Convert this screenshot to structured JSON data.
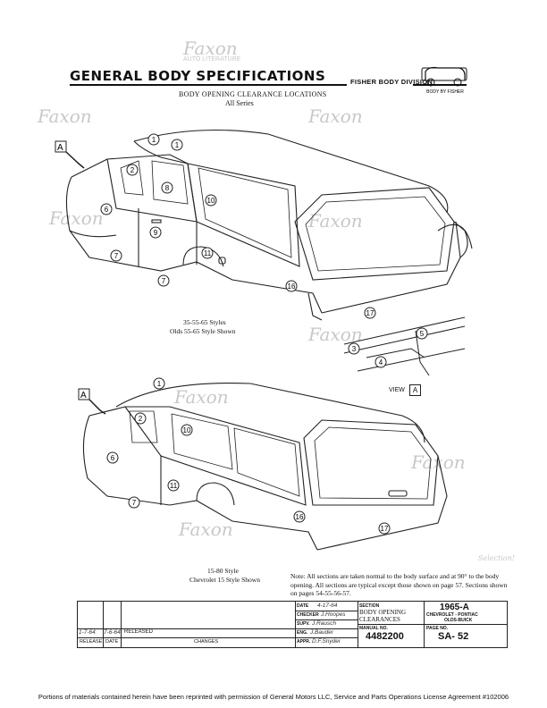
{
  "header": {
    "title": "GENERAL BODY SPECIFICATIONS",
    "division": "FISHER BODY DIVISION",
    "logo_text": "BODY BY FISHER"
  },
  "subtitle": {
    "line1": "BODY OPENING CLEARANCE LOCATIONS",
    "line2": "All Series"
  },
  "watermark": {
    "name": "Faxon",
    "line2": "AUTO LITERATURE",
    "tag": "Selection!"
  },
  "upper_view": {
    "caption1": "35-55-65 Styles",
    "caption2": "Olds 55-65 Style Shown",
    "callouts": [
      "1",
      "1",
      "2",
      "8",
      "10",
      "6",
      "9",
      "11",
      "7",
      "7",
      "16",
      "17"
    ],
    "view_marker": "A",
    "detail_callouts": [
      "3",
      "4",
      "5"
    ],
    "view_label": "VIEW",
    "view_letter": "A"
  },
  "lower_view": {
    "caption1": "15-80 Style",
    "caption2": "Chevrolet 15 Style Shown",
    "callouts": [
      "1",
      "2",
      "10",
      "6",
      "11",
      "7",
      "16",
      "17"
    ],
    "view_marker": "A"
  },
  "note": "Note: All sections are taken normal to the body surface and at 90° to the body opening. All sections are typical except those shown on page 57. Sections shown on pages 54-55-56-57.",
  "title_block": {
    "date_label": "DATE",
    "date_value": "4-17-64",
    "checker_label": "CHECKER",
    "checker_value": "J.Hoopes",
    "supv_label": "SUPV.",
    "supv_value": "J.Rausch",
    "eng_label": "ENG.",
    "eng_value": "J.Bauder",
    "appr_label": "APPR.",
    "appr_value": "D.F.Snyder",
    "section_label": "SECTION",
    "section_title": "BODY OPENING CLEARANCES",
    "manual_label": "MANUAL NO.",
    "manual_no": "4482200",
    "year": "1965-A",
    "makes1": "CHEVROLET - PONTIAC",
    "makes2": "OLDS-BUICK",
    "page_label": "PAGE NO.",
    "page_no": "SA- 52",
    "release_date": "1-7-64",
    "release_mark": "7-6-64",
    "released": "RELEASED",
    "col_release": "RELEASE",
    "col_date": "DATE",
    "col_changes": "CHANGES"
  },
  "footer": "Portions of materials contained herein have been reprinted with permission of General Motors LLC, Service and Parts Operations License Agreement #102006"
}
